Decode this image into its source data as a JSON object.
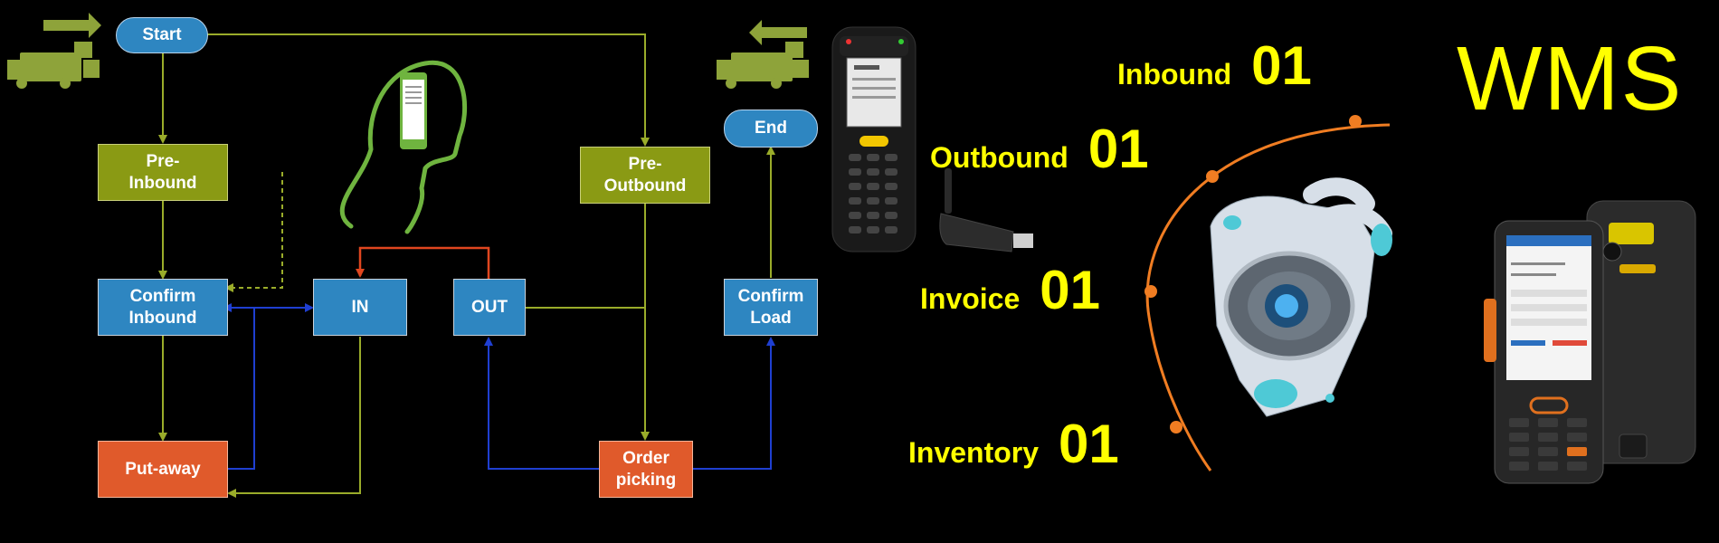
{
  "diagram": {
    "nodes": {
      "start": "Start",
      "pre_inbound": "Pre-\nInbound",
      "confirm_inbound": "Confirm\nInbound",
      "put_away": "Put-away",
      "in": "IN",
      "out": "OUT",
      "pre_outbound": "Pre-\nOutbound",
      "order_picking": "Order\npicking",
      "confirm_load": "Confirm\nLoad",
      "end": "End"
    }
  },
  "metrics": [
    {
      "label": "Inbound",
      "value": "01"
    },
    {
      "label": "Outbound",
      "value": "01"
    },
    {
      "label": "Invoice",
      "value": "01"
    },
    {
      "label": "Inventory",
      "value": "01"
    }
  ],
  "brand": {
    "title": "WMS"
  },
  "colors": {
    "olive": "#8a9a14",
    "blue": "#2e86c1",
    "orange": "#e05a2b",
    "line_green": "#9aac2a",
    "line_blue": "#1f3fd1",
    "line_red": "#e0461f",
    "accent_yellow": "#ffff00",
    "arc_orange": "#f07d22"
  },
  "icons": [
    "truck-inbound-icon",
    "truck-outbound-icon",
    "head-phone-icon",
    "barcode-scanner-icon",
    "usb-dongle-icon",
    "robot-hand-icon",
    "rugged-phone-icon"
  ]
}
